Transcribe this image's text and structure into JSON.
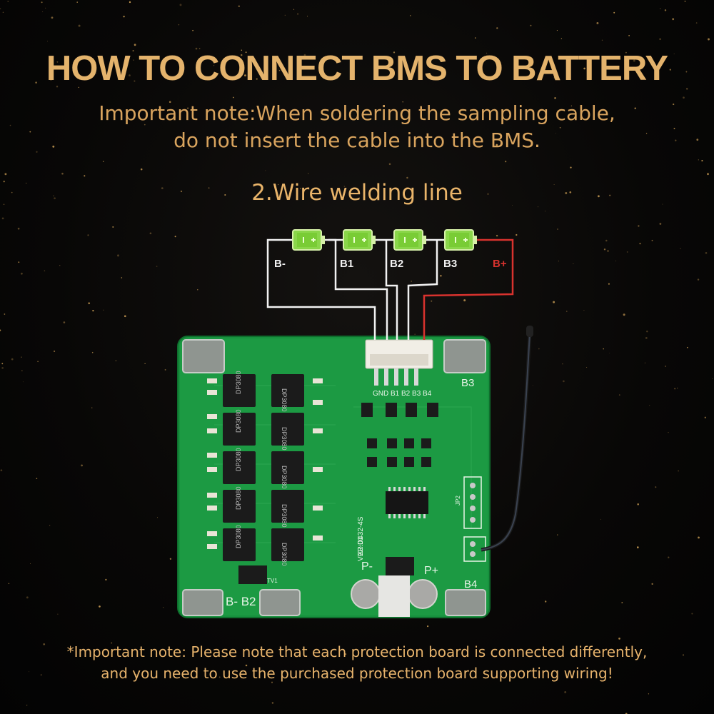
{
  "title": "HOW TO CONNECT BMS TO BATTERY",
  "note": {
    "line1": "Important note:When soldering the sampling cable,",
    "line2": "do not insert the cable into the BMS."
  },
  "step_title": "2.Wire welding line",
  "battery_labels": {
    "b_minus": "B-",
    "b1": "B1",
    "b2": "B2",
    "b3": "B3",
    "b_plus": "B+"
  },
  "board": {
    "connector_labels": "GND B1 B2 B3 B4",
    "pad_b3": "B3",
    "pad_b4": "B4",
    "pad_bminus_b2": "B-  B2",
    "pad_p_minus": "P-",
    "pad_p_plus": "P+",
    "mosfet_marking": "DP3080",
    "model": "XJ-D432-4S",
    "version": "VER:01",
    "tv": "TV1",
    "jp": "JP2"
  },
  "footer": {
    "line1": "*Important note: Please note that each protection board is connected differently,",
    "line2": "and you need to use the purchased protection board supporting wiring!"
  },
  "colors": {
    "gold": "#e4b36c",
    "pcb_green": "#1c9a43",
    "battery_green": "#7bd33a",
    "wire_red": "#d8322e",
    "wire_white": "#f2f2f2"
  }
}
